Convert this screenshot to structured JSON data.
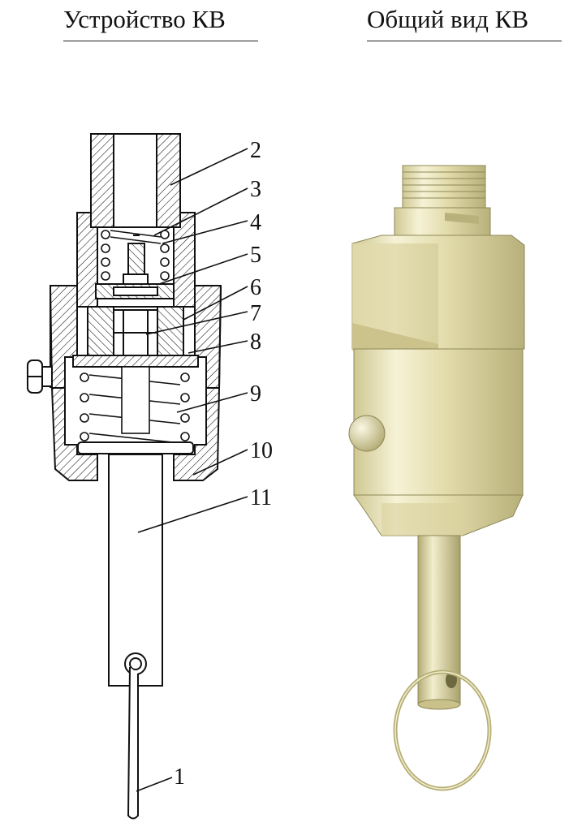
{
  "titles": {
    "left": "Устройство КВ",
    "right": "Общий вид КВ"
  },
  "callouts": {
    "c1": "1",
    "c2": "2",
    "c3": "3",
    "c4": "4",
    "c5": "5",
    "c6": "6",
    "c7": "7",
    "c8": "8",
    "c9": "9",
    "c10": "10",
    "c11": "11"
  },
  "colors": {
    "body_metal": "#e0d9a6",
    "body_light": "#f4f0cf",
    "body_shadow": "#a39c66",
    "line": "#111111"
  }
}
